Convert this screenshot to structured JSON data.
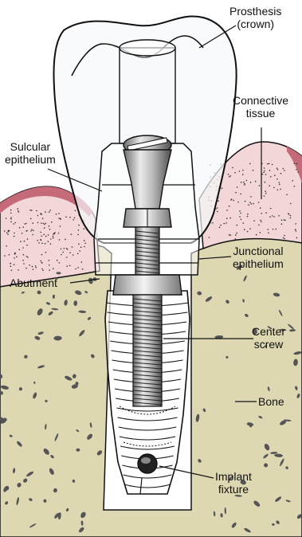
{
  "labels": {
    "prosthesis": "Prosthesis",
    "prosthesis_sub": "(crown)",
    "connective": "Connective",
    "connective_sub": "tissue",
    "sulcular": "Sulcular",
    "sulcular_sub": "epithelium",
    "junctional": "Junctional",
    "junctional_sub": "epithelium",
    "abutment": "Abutment",
    "center": "Center",
    "center_sub": "screw",
    "bone": "Bone",
    "implant": "Implant",
    "implant_sub": "fixture"
  },
  "colors": {
    "bone": "#ddd8b2",
    "gum": "#f2d6d8",
    "gum_dark": "#c46a78",
    "line": "#111111",
    "crown": "#f7f8fa"
  }
}
